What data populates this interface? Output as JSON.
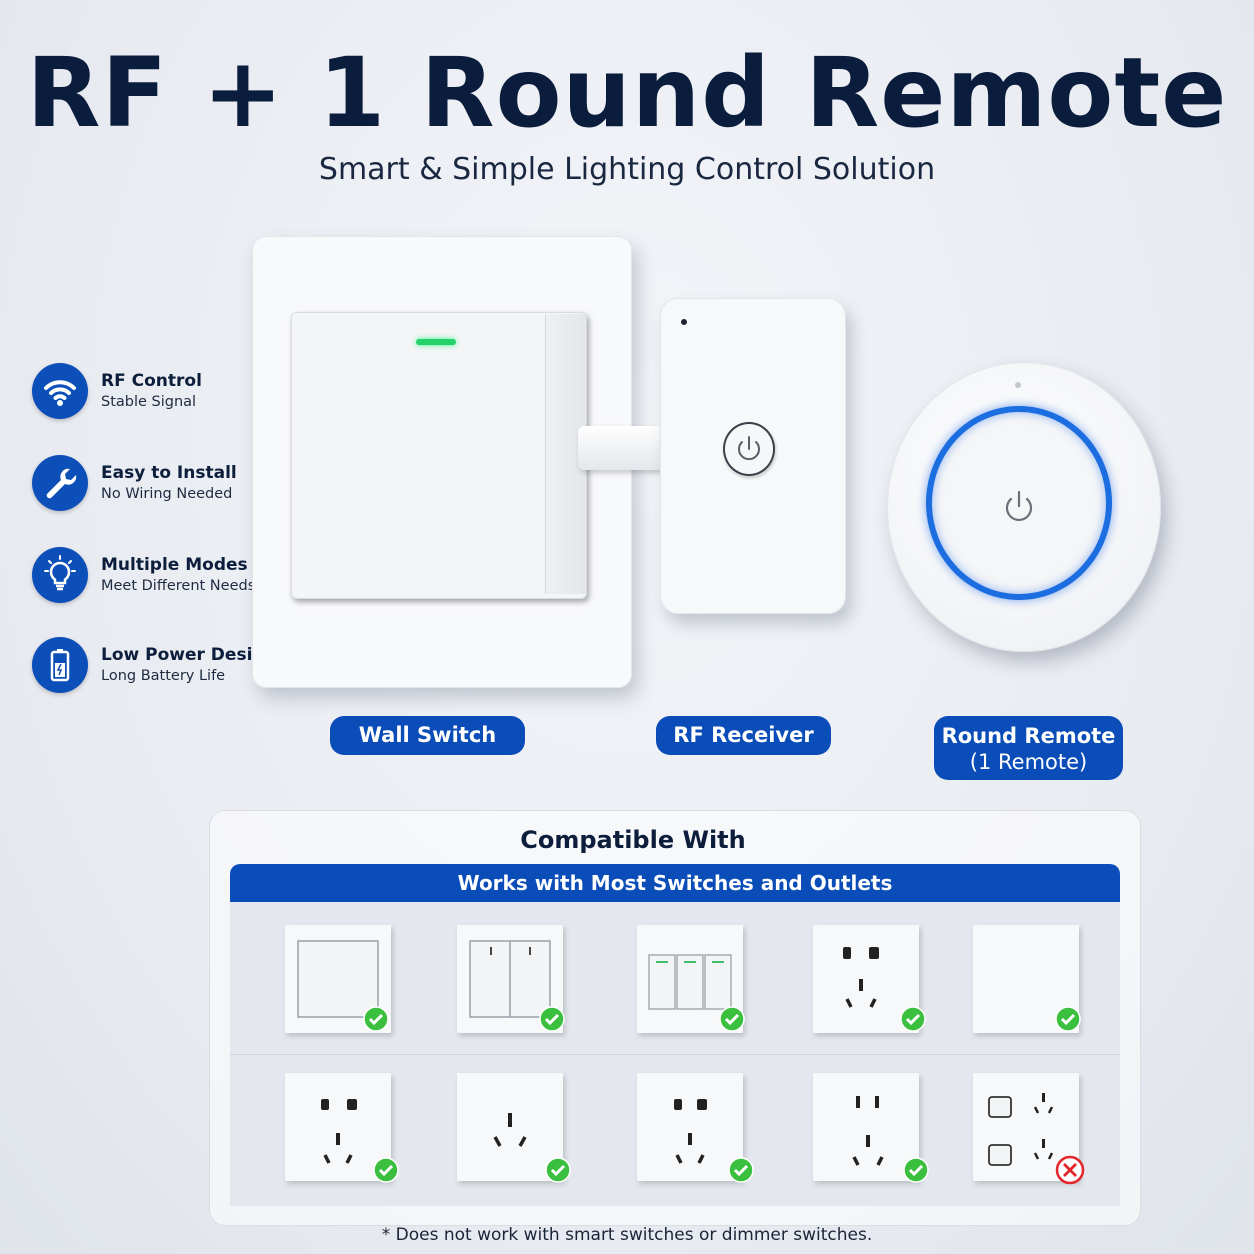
{
  "header": {
    "title": "RF + 1 Round Remote",
    "subtitle": "Smart & Simple Lighting Control Solution"
  },
  "features": [
    {
      "icon": "wifi-icon",
      "title": "RF Control",
      "subtitle": "Stable Signal"
    },
    {
      "icon": "wrench-icon",
      "title": "Easy to Install",
      "subtitle": "No Wiring Needed"
    },
    {
      "icon": "lightbulb-icon",
      "title": "Multiple Modes",
      "subtitle": "Meet Different Needs"
    },
    {
      "icon": "battery-icon",
      "title": "Low Power Design",
      "subtitle": "Long Battery Life"
    }
  ],
  "devices": {
    "wall_switch": "Wall Switch",
    "rf_receiver": "RF Receiver",
    "round_remote": "Round Remote",
    "round_remote_qty": "(1 Remote)"
  },
  "compat": {
    "title": "Compatible With",
    "banner": "Works with Most Switches and Outlets",
    "tiles_row1": [
      {
        "type": "single-rocker-switch",
        "status": "compatible"
      },
      {
        "type": "double-rocker-switch",
        "status": "compatible"
      },
      {
        "type": "triple-rocker-switch",
        "status": "compatible"
      },
      {
        "type": "switch-with-outlet",
        "status": "compatible"
      },
      {
        "type": "blank-flat-switch",
        "status": "compatible"
      }
    ],
    "tiles_row2": [
      {
        "type": "five-hole-outlet",
        "status": "compatible"
      },
      {
        "type": "three-hole-outlet",
        "status": "compatible"
      },
      {
        "type": "five-hole-outlet-alt",
        "status": "compatible"
      },
      {
        "type": "flat-pin-outlet",
        "status": "compatible"
      },
      {
        "type": "smart-switch-outlet",
        "status": "not-compatible"
      }
    ],
    "footnote": "* Does not work with smart switches or dimmer switches."
  },
  "colors": {
    "brand_blue": "#0b4db8",
    "check_green": "#3bbf3f",
    "cross_red": "#e3262a",
    "led_green": "#25d26a",
    "ring_blue": "#1b6de0"
  }
}
